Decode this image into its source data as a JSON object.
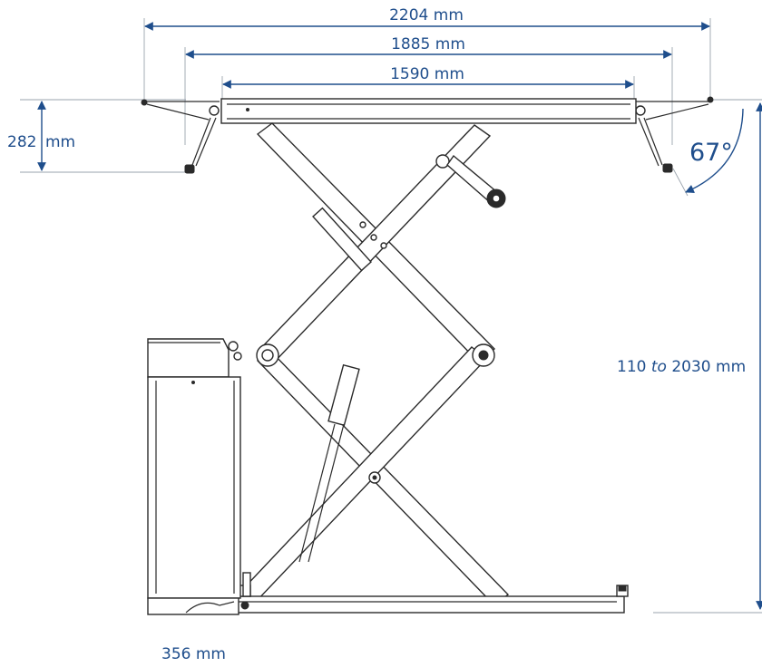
{
  "dimensions": {
    "total_width": "2204 mm",
    "extended_platform": "1885 mm",
    "platform_length": "1590 mm",
    "arm_height_value": "282",
    "arm_height_unit": "mm",
    "angle": "67°",
    "lift_range_min": "110",
    "lift_range_word": "to",
    "lift_range_max": "2030 mm",
    "base_length": "356 mm"
  },
  "colors": {
    "dimension": "#1f4e8c",
    "drawing": "#2a2a2a",
    "extension": "#9aa3ad"
  }
}
